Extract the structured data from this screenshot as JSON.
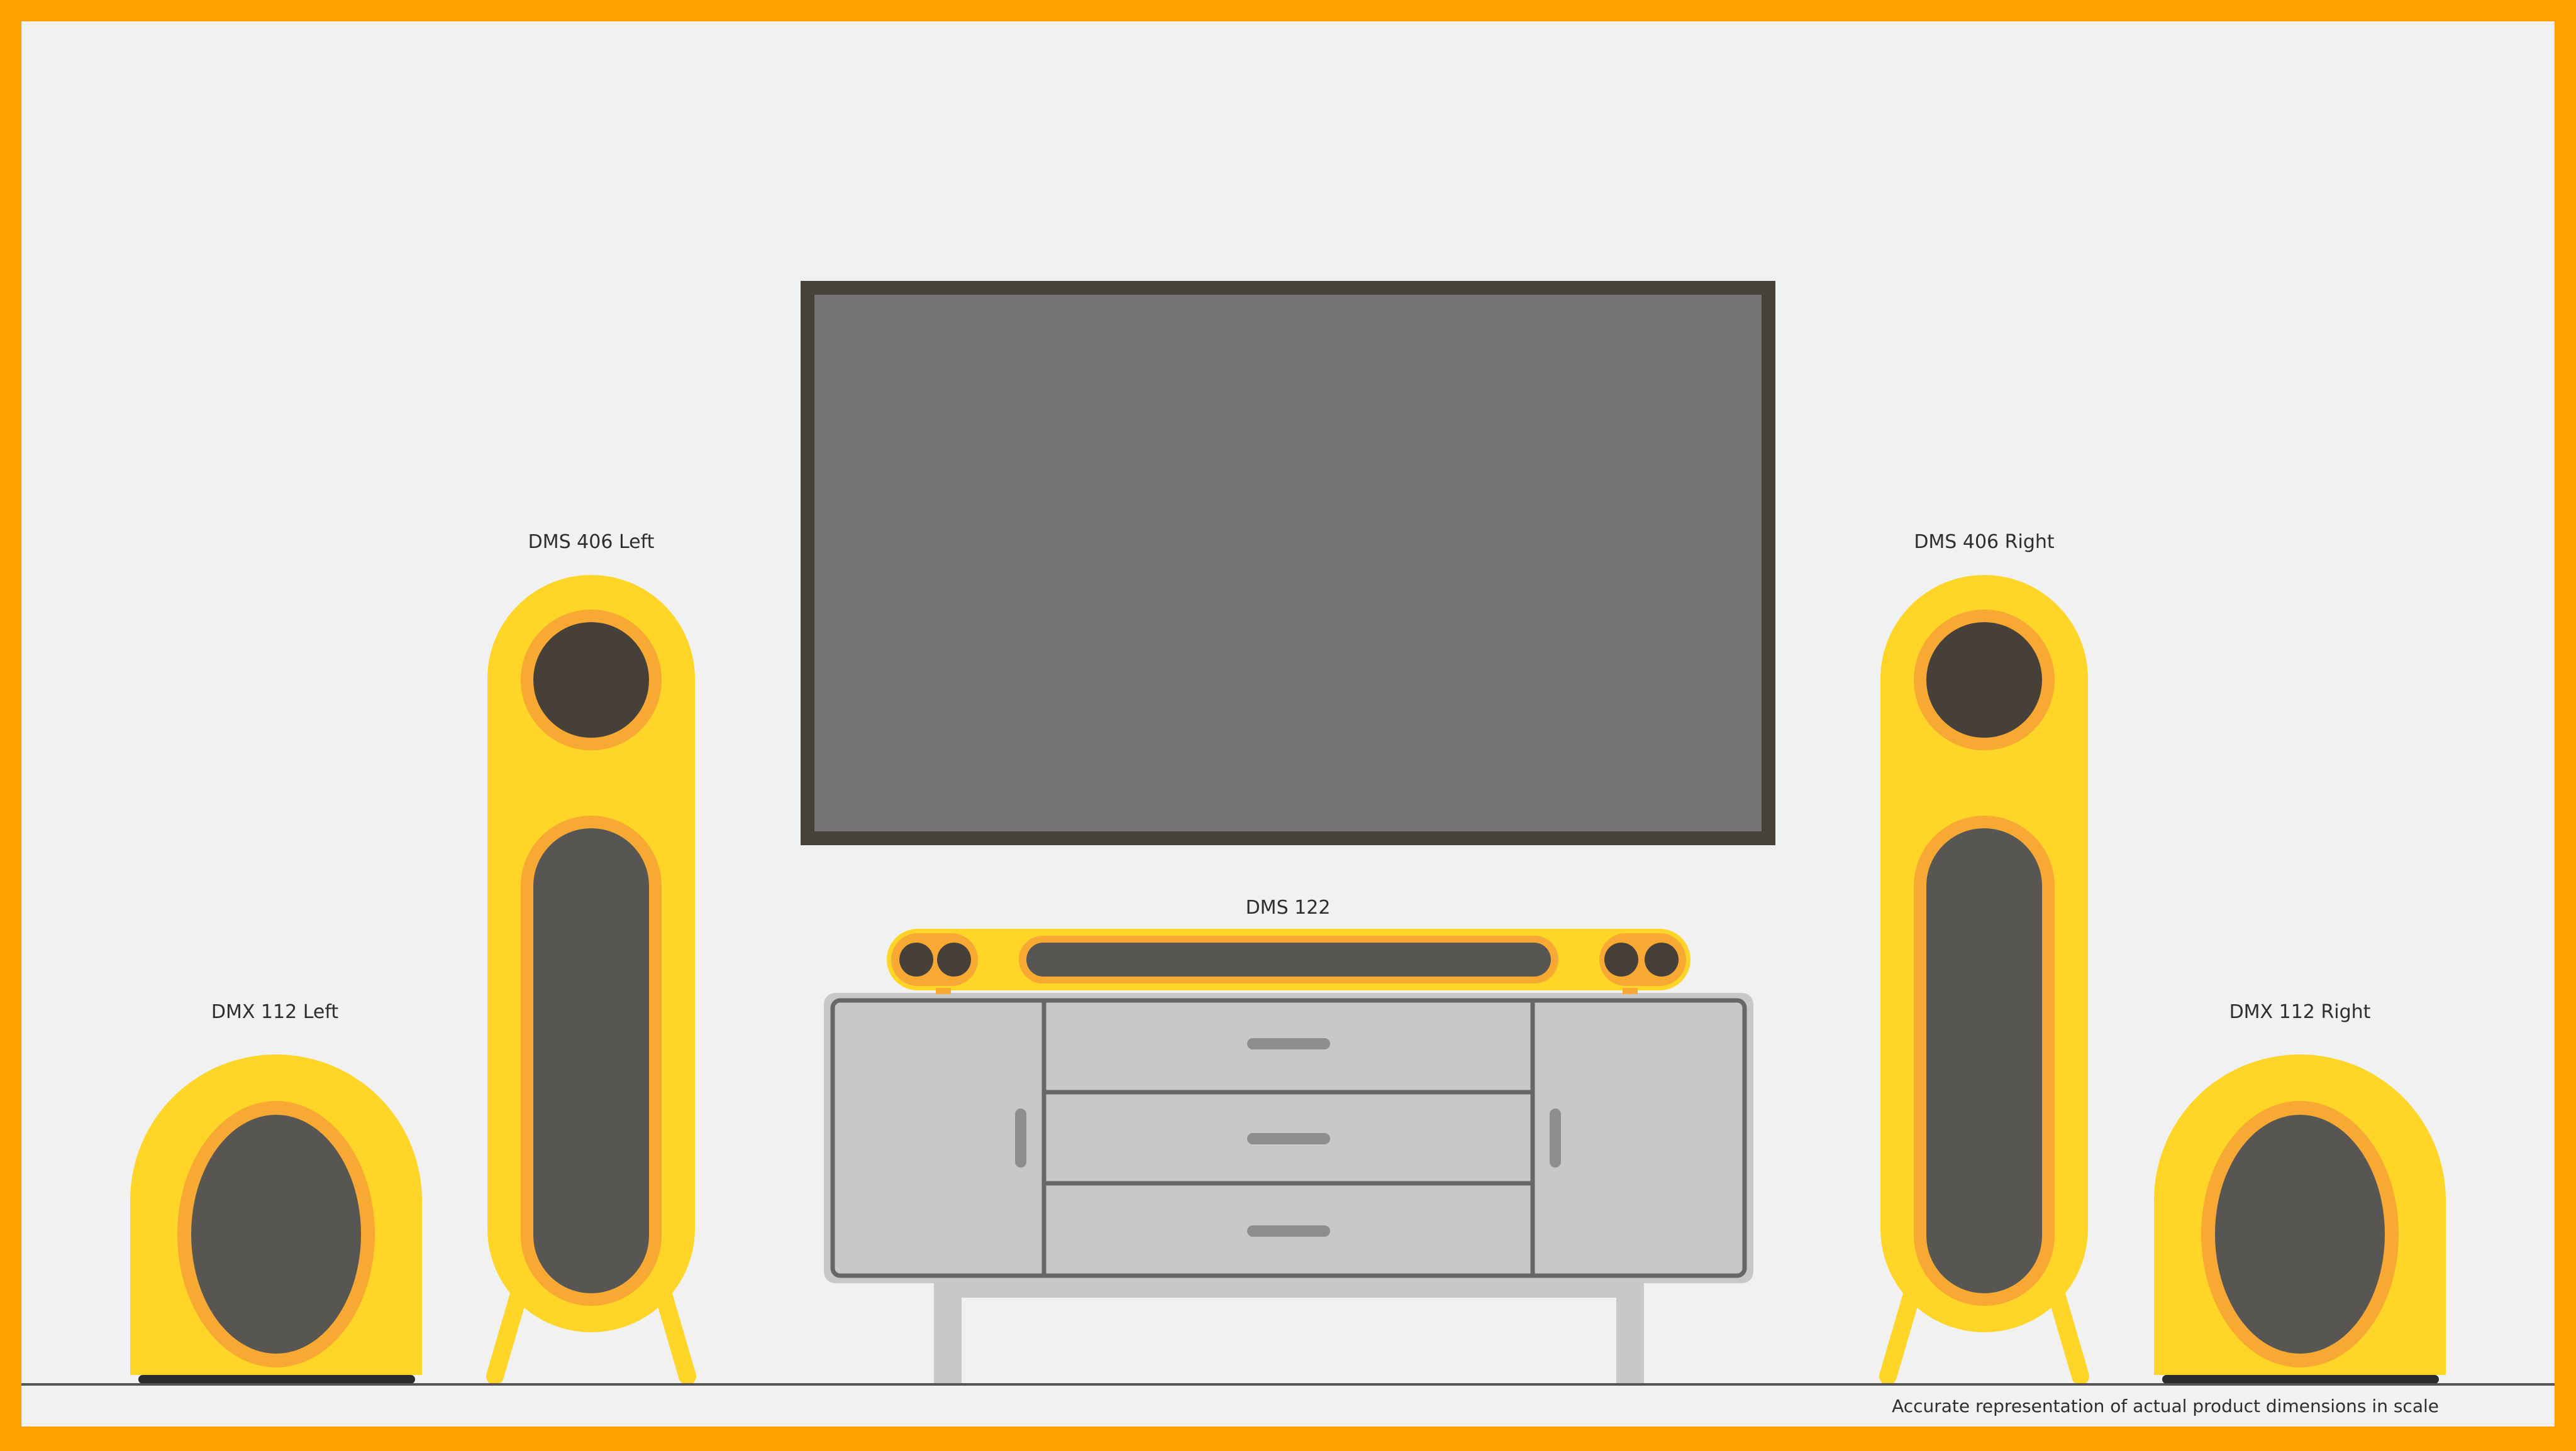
{
  "colors": {
    "frame": "#FFA000",
    "background": "#F1F1F1",
    "speaker_body": "#FFD527",
    "driver_ring": "#F7A933",
    "driver_dark": "#474039",
    "driver_grey": "#585653",
    "tv_bezel": "#46423A",
    "tv_screen": "#747474",
    "cabinet_fill": "#C8C8C8",
    "cabinet_line": "#676767",
    "cabinet_legs": "#C8C8C8",
    "floor_line": "#555555"
  },
  "labels": {
    "sub_left": "DMX 112 Left",
    "tower_left": "DMS 406 Left",
    "soundbar": "DMS 122",
    "tower_right": "DMS 406 Right",
    "sub_right": "DMX 112 Right"
  },
  "footer": {
    "note": "Accurate representation of actual product dimensions in scale"
  }
}
